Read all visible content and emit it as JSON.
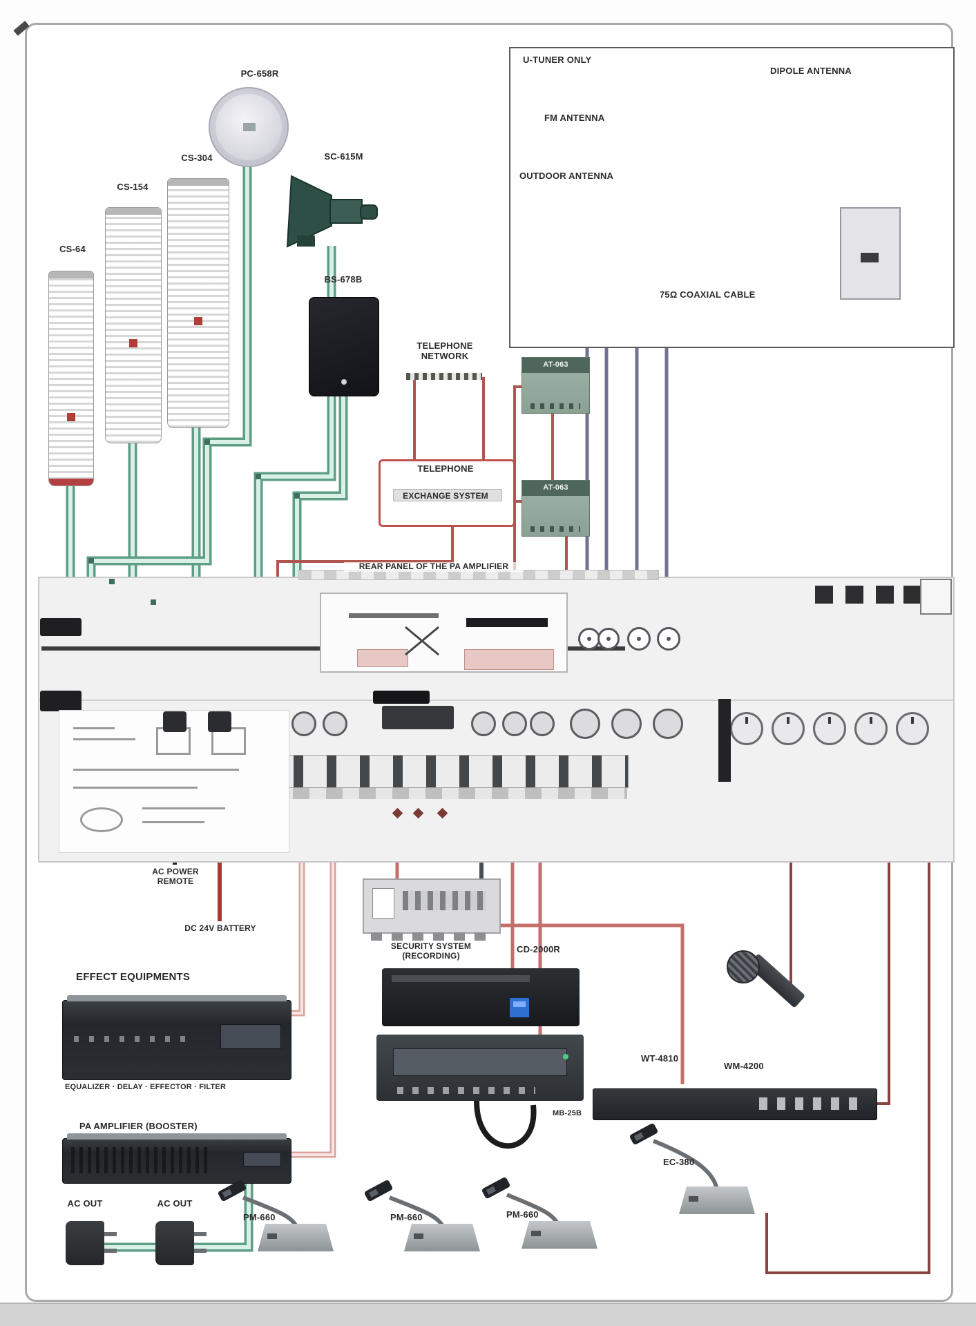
{
  "diagram": {
    "speakers": {
      "column_1": "CS-64",
      "column_2": "CS-154",
      "column_3": "CS-304",
      "ceiling": "PC-658R",
      "horn": "SC-615M",
      "box": "BS-678B"
    },
    "antenna_box": {
      "title": "U-TUNER ONLY",
      "fm": "FM ANTENNA",
      "dipole": "DIPOLE ANTENNA",
      "outdoor": "OUTDOOR ANTENNA",
      "coax": "75Ω COAXIAL CABLE"
    },
    "telephone": {
      "network": "TELEPHONE NETWORK",
      "exchange_title": "TELEPHONE",
      "exchange_sub": "EXCHANGE SYSTEM"
    },
    "attenuators": {
      "att1": "AT-063",
      "att2": "AT-063"
    },
    "amplifier": {
      "caption": "REAR PANEL OF THE PA AMPLIFIER",
      "ac_power": "AC POWER REMOTE",
      "dc_battery": "DC 24V BATTERY"
    },
    "effects": {
      "title": "EFFECT EQUIPMENTS",
      "list": "EQUALIZER · DELAY · EFFECTOR · FILTER",
      "booster": "PA AMPLIFIER (BOOSTER)",
      "ac_out_1": "AC OUT",
      "ac_out_2": "AC OUT"
    },
    "sources": {
      "security": "SECURITY SYSTEM (RECORDING)",
      "cd": "CD-2000R",
      "cord": "MB-25B"
    },
    "wireless": {
      "tuner": "WT-4810",
      "mic": "WM-4200"
    },
    "microphones": {
      "right": "EC-380",
      "pm1": "PM-660",
      "pm2": "PM-660",
      "pm3": "PM-660"
    }
  },
  "colors": {
    "speaker_wire": "#5d9e85",
    "line_wire": "#b05550",
    "pink_wire": "#dba39d",
    "antenna_wire": "#70738f",
    "power_wire": "#222222",
    "exchange_border": "#c0504d"
  }
}
